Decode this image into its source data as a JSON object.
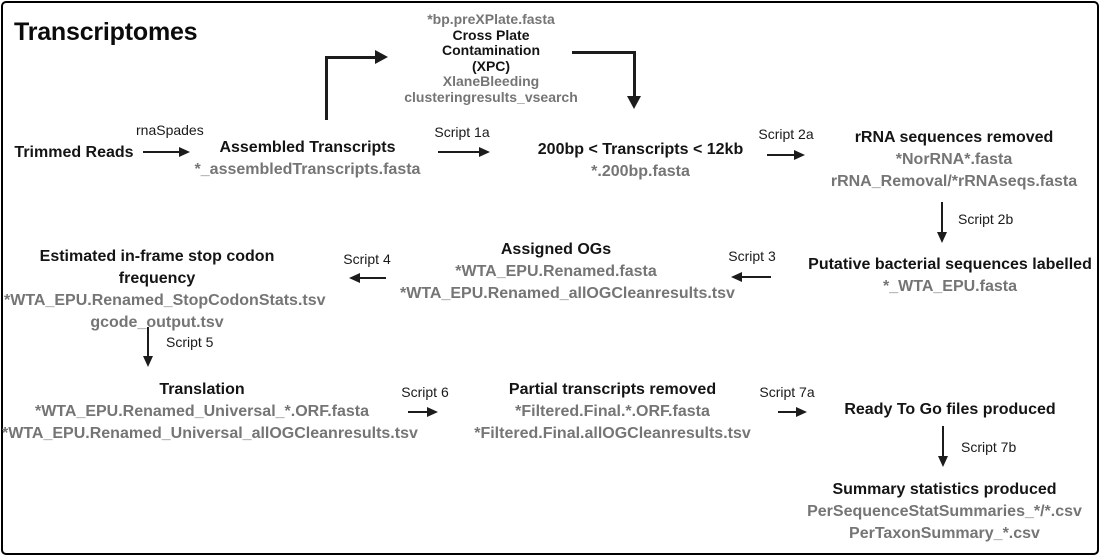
{
  "title": "Transcriptomes",
  "colors": {
    "ink": "#141414",
    "muted": "#757575",
    "background": "#ffffff",
    "border": "#000000"
  },
  "nodes": {
    "trimmed_reads": {
      "title": "Trimmed Reads"
    },
    "assembled_transcripts": {
      "title": "Assembled Transcripts",
      "files": [
        "*_assembledTranscripts.fasta"
      ]
    },
    "cross_plate_contamination": {
      "file_above": "*bp.preXPlate.fasta",
      "title_lines": [
        "Cross Plate",
        "Contamination",
        "(XPC)"
      ],
      "files": [
        "XlaneBleeding",
        "clusteringresults_vsearch"
      ]
    },
    "size_filtered": {
      "title": "200bp < Transcripts < 12kb",
      "files": [
        "*.200bp.fasta"
      ]
    },
    "rrna_removed": {
      "title": "rRNA sequences removed",
      "files": [
        "*NorRNA*.fasta",
        "rRNA_Removal/*rRNAseqs.fasta"
      ]
    },
    "putative_bacterial": {
      "title": "Putative bacterial sequences labelled",
      "files": [
        "*_WTA_EPU.fasta"
      ]
    },
    "assigned_ogs": {
      "title": "Assigned OGs",
      "files": [
        "*WTA_EPU.Renamed.fasta",
        "*WTA_EPU.Renamed_allOGCleanresults.tsv"
      ]
    },
    "stop_codon_frequency": {
      "title": "Estimated in-frame stop codon frequency",
      "files": [
        "*WTA_EPU.Renamed_StopCodonStats.tsv",
        "gcode_output.tsv"
      ]
    },
    "translation": {
      "title": "Translation",
      "files": [
        "*WTA_EPU.Renamed_Universal_*.ORF.fasta",
        "*WTA_EPU.Renamed_Universal_allOGCleanresults.tsv"
      ]
    },
    "partial_removed": {
      "title": "Partial transcripts removed",
      "files": [
        "*Filtered.Final.*.ORF.fasta",
        "*Filtered.Final.allOGCleanresults.tsv"
      ]
    },
    "ready_to_go": {
      "title": "Ready To Go files produced"
    },
    "summary_statistics": {
      "title": "Summary statistics produced",
      "files": [
        "PerSequenceStatSummaries_*/*.csv",
        "PerTaxonSummary_*.csv"
      ]
    }
  },
  "edges": {
    "rnaspades": "rnaSpades",
    "script_1a": "Script 1a",
    "script_2a": "Script 2a",
    "script_2b": "Script 2b",
    "script_3": "Script 3",
    "script_4": "Script 4",
    "script_5": "Script 5",
    "script_6": "Script 6",
    "script_7a": "Script 7a",
    "script_7b": "Script 7b"
  }
}
